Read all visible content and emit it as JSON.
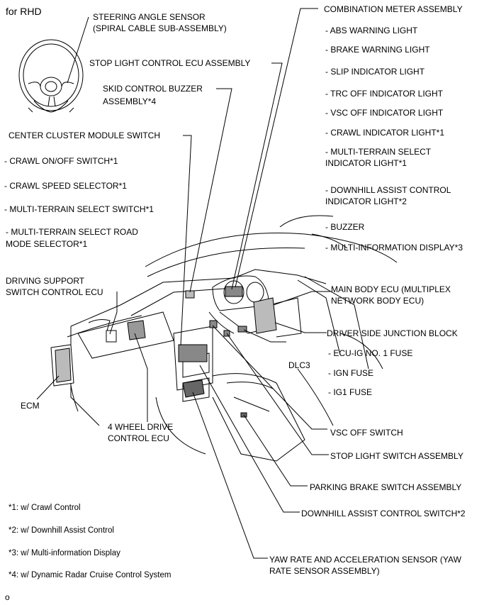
{
  "header": {
    "variant": "for RHD"
  },
  "components": {
    "steering_angle_sensor": [
      "STEERING ANGLE SENSOR",
      "(SPIRAL CABLE SUB-ASSEMBLY)"
    ],
    "stop_light_control_ecu": "STOP LIGHT CONTROL ECU ASSEMBLY",
    "skid_control_buzzer": [
      "SKID CONTROL BUZZER",
      "ASSEMBLY*4"
    ],
    "center_cluster_module_switch": "CENTER CLUSTER MODULE SWITCH",
    "center_cluster_items": [
      "- CRAWL ON/OFF SWITCH*1",
      "- CRAWL SPEED SELECTOR*1",
      "- MULTI-TERRAIN SELECT SWITCH*1",
      [
        "- MULTI-TERRAIN SELECT ROAD",
        "MODE SELECTOR*1"
      ]
    ],
    "driving_support_switch": [
      "DRIVING SUPPORT",
      "SWITCH CONTROL ECU"
    ],
    "ecm": "ECM",
    "four_wheel_drive_ecu": [
      "4 WHEEL DRIVE",
      "CONTROL ECU"
    ],
    "combination_meter": "COMBINATION METER ASSEMBLY",
    "combination_meter_items": [
      "- ABS WARNING LIGHT",
      "- BRAKE WARNING LIGHT",
      "- SLIP INDICATOR LIGHT",
      "- TRC OFF INDICATOR LIGHT",
      "- VSC OFF INDICATOR LIGHT",
      "- CRAWL INDICATOR LIGHT*1",
      [
        "- MULTI-TERRAIN SELECT",
        "INDICATOR LIGHT*1"
      ],
      [
        "- DOWNHILL ASSIST CONTROL",
        "INDICATOR LIGHT*2"
      ],
      "- BUZZER",
      "- MULTI-INFORMATION DISPLAY*3"
    ],
    "main_body_ecu": [
      "MAIN BODY ECU (MULTIPLEX",
      "NETWORK BODY ECU)"
    ],
    "driver_side_junction_block": "DRIVER SIDE JUNCTION BLOCK",
    "junction_block_items": [
      "- ECU-IG NO. 1 FUSE",
      "- IGN FUSE",
      "- IG1 FUSE"
    ],
    "dlc3": "DLC3",
    "vsc_off_switch": "VSC OFF SWITCH",
    "stop_light_switch": "STOP LIGHT SWITCH ASSEMBLY",
    "parking_brake_switch": "PARKING BRAKE SWITCH ASSEMBLY",
    "downhill_assist_switch": "DOWNHILL ASSIST CONTROL SWITCH*2",
    "yaw_rate_sensor": [
      "YAW RATE AND ACCELERATION SENSOR (YAW",
      "RATE SENSOR ASSEMBLY)"
    ]
  },
  "footnotes": [
    "*1: w/ Crawl Control",
    "*2: w/ Downhill Assist Control",
    "*3: w/ Multi-information Display",
    "*4: w/ Dynamic Radar Cruise Control System"
  ],
  "figure_id": "o"
}
